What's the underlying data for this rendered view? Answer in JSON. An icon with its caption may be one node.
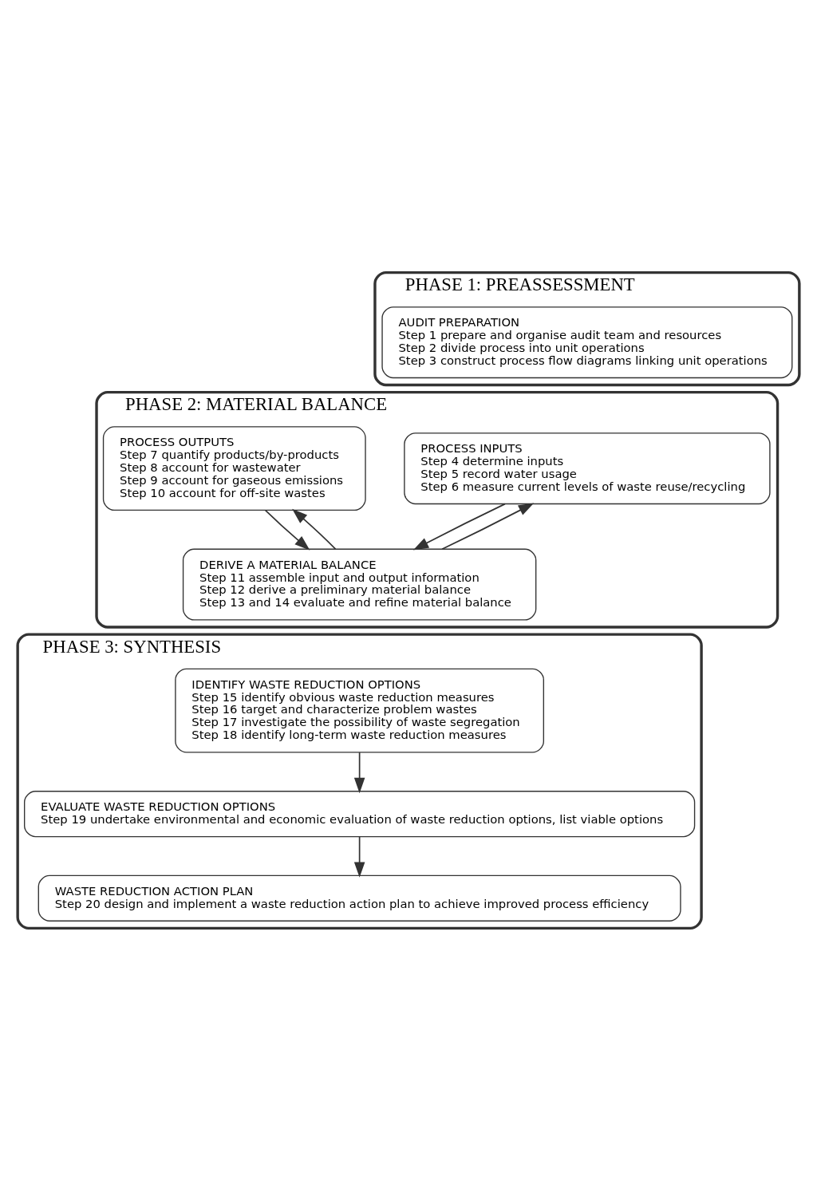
{
  "diagram": {
    "nodes": [
      {
        "text": [
          "PHASE 1: PREASSESSMENT"
        ]
      },
      {
        "text": [
          "AUDIT PREPARATION",
          "Step 1 prepare and organise audit team and resources",
          "Step 2 divide process into unit operations",
          "Step 3 construct process flow diagrams linking unit operations"
        ],
        "in": 0
      },
      {
        "text": [
          "PHASE 2: MATERIAL BALANCE"
        ]
      },
      {
        "text": [
          "PROCESS INPUTS",
          "Step 4 determine inputs",
          "Step 5 record water usage",
          "Step 6 measure current levels of waste reuse/recycling"
        ],
        "in": 2
      },
      {
        "text": [
          "PROCESS OUTPUTS",
          "Step 7 quantify products/by-products",
          "Step 8 account for wastewater",
          "Step 9 account for gaseous emissions",
          "Step 10 account for off-site wastes"
        ],
        "in": 2
      },
      {
        "text": [
          "DERIVE A MATERIAL BALANCE",
          "Step 11 assemble input and output information",
          "Step 12 derive a preliminary material balance",
          "Step 13 and 14 evaluate and refine material balance"
        ],
        "in": 2
      },
      {
        "text": [
          "PHASE 3: SYNTHESIS"
        ]
      },
      {
        "text": [
          "IDENTIFY WASTE REDUCTION OPTIONS",
          "Step 15 identify obvious waste reduction measures",
          "Step 16 target and characterize problem wastes",
          "Step 17 investigate the possibility of waste segregation",
          "Step 18 identify long-term waste reduction measures"
        ],
        "in": 6
      },
      {
        "text": [
          "EVALUATE WASTE REDUCTION OPTIONS",
          "Step 19 undertake environmental and economic evaluation of waste reduction options, list viable options"
        ],
        "in": 6
      },
      {
        "text": [
          "WASTE REDUCTION ACTION PLAN",
          "Step 20 design and implement a waste reduction action plan to achieve improved process efficiency"
        ],
        "in": 6
      }
    ],
    "edges": [
      {
        "from": 3,
        "to": 5,
        "arrow": "to"
      },
      {
        "from": 4,
        "to": 5,
        "arrow": "to"
      },
      {
        "from": 5,
        "to": 3,
        "arrow": "to"
      },
      {
        "from": 5,
        "to": 4,
        "arrow": "to"
      },
      {
        "from": 7,
        "to": 8,
        "arrow": "to"
      },
      {
        "from": 8,
        "to": 9,
        "arrow": "to"
      }
    ]
  }
}
